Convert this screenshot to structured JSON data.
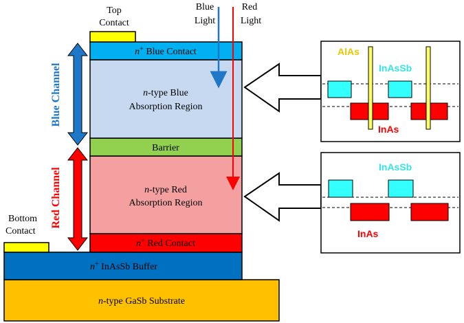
{
  "layers": {
    "top_contact_label_1": "Top",
    "top_contact_label_2": "Contact",
    "bottom_contact_label_1": "Bottom",
    "bottom_contact_label_2": "Contact",
    "blue_contact_n": "n",
    "blue_contact_sup": "+",
    "blue_contact_text": " Blue Contact",
    "blue_abs_line1_n": "n",
    "blue_abs_line1_text": "-type Blue",
    "blue_abs_line2": "Absorption Region",
    "barrier": "Barrier",
    "red_abs_line1_n": "n",
    "red_abs_line1_text": "-type Red",
    "red_abs_line2": "Absorption Region",
    "red_contact_n": "n",
    "red_contact_sup": "+",
    "red_contact_text": " Red Contact",
    "buffer_n": "n",
    "buffer_sup": "+",
    "buffer_text": " InAsSb Buffer",
    "substrate_n": "n",
    "substrate_text": "-type GaSb Substrate"
  },
  "light": {
    "blue_1": "Blue",
    "blue_2": "Light",
    "red_1": "Red",
    "red_2": "Light"
  },
  "channels": {
    "blue": "Blue Channel",
    "red": "Red Channel"
  },
  "bands_top": {
    "alas": "AlAs",
    "inassb": "InAsSb",
    "inas": "InAs"
  },
  "bands_bottom": {
    "inassb": "InAsSb",
    "inas": "InAs"
  },
  "colors": {
    "blue_contact": "#00B0F0",
    "blue_absorption": "#C6D9F1",
    "barrier": "#92D050",
    "red_absorption": "#F4A0A0",
    "red_contact": "#FF0000",
    "buffer": "#0070C0",
    "substrate": "#FFC000",
    "contact_pad": "#FFFF00",
    "blue_arrow": "#1F77C8",
    "red_arrow": "#FF0000",
    "inassb_box": "#33FFFF",
    "inas_box": "#FF0000",
    "alas_bar": "#FFFF66"
  }
}
